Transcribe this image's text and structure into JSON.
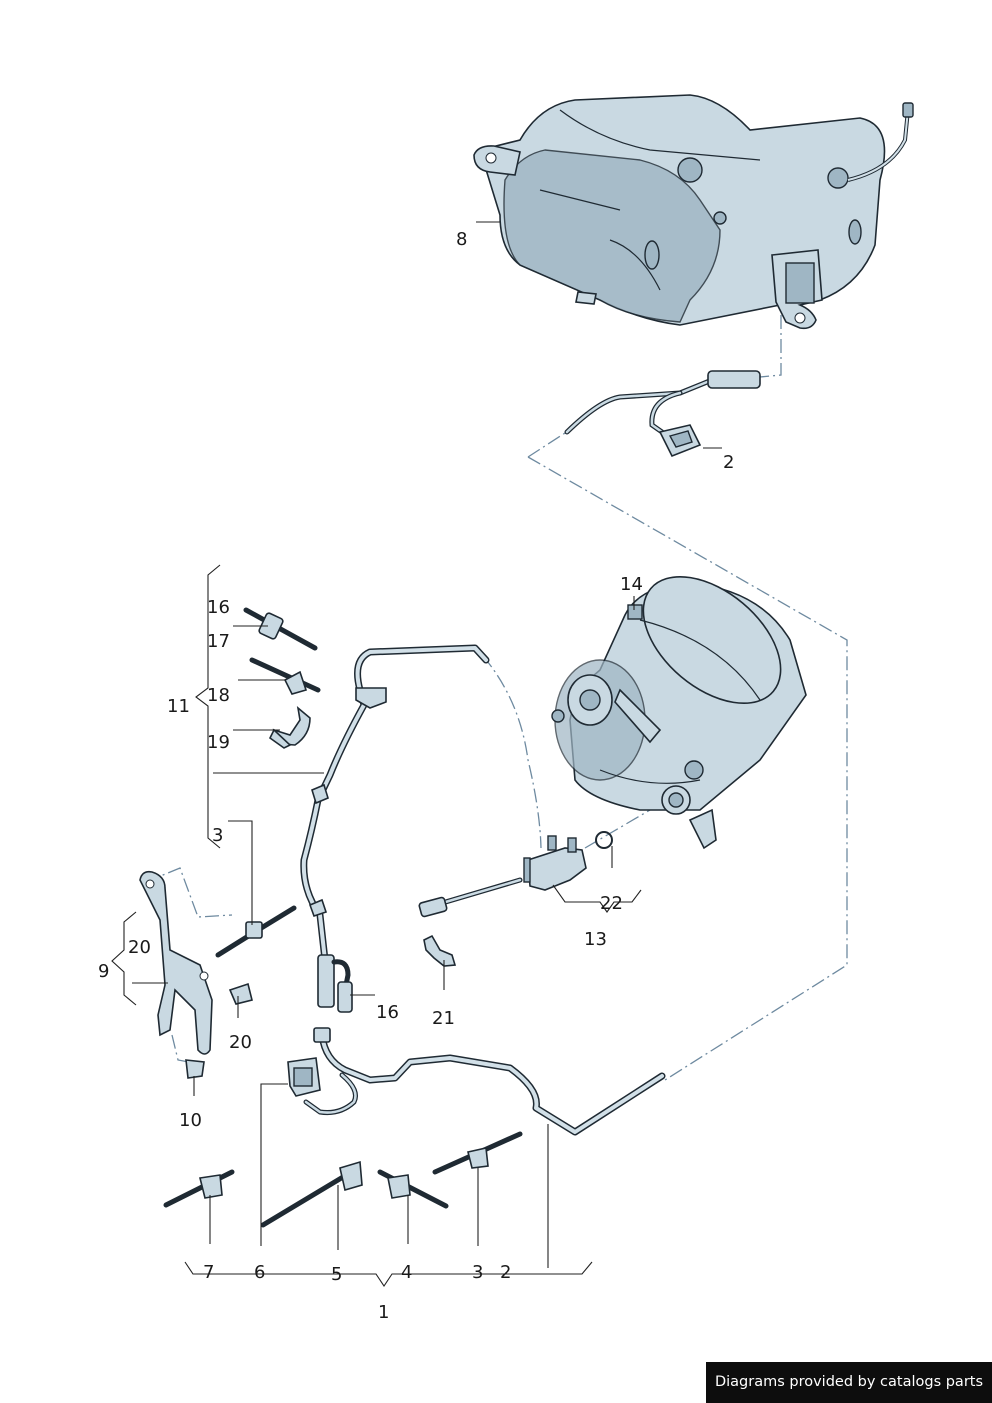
{
  "labels": {
    "l1": "1",
    "l2a": "2",
    "l2b": "2",
    "l3a": "3",
    "l3b": "3",
    "l4": "4",
    "l5": "5",
    "l6": "6",
    "l7": "7",
    "l8": "8",
    "l9": "9",
    "l10": "10",
    "l11": "11",
    "l13": "13",
    "l14": "14",
    "l16a": "16",
    "l16b": "16",
    "l17": "17",
    "l18": "18",
    "l19": "19",
    "l20a": "20",
    "l20b": "20",
    "l21": "21",
    "l22": "22"
  },
  "footer": {
    "text": "Diagrams provided by catalogs parts"
  },
  "colors": {
    "part_fill": "#c9d9e2",
    "outline": "#1f2a33",
    "dash": "#6e8aa0",
    "footer_bg": "#0d0d0d"
  }
}
